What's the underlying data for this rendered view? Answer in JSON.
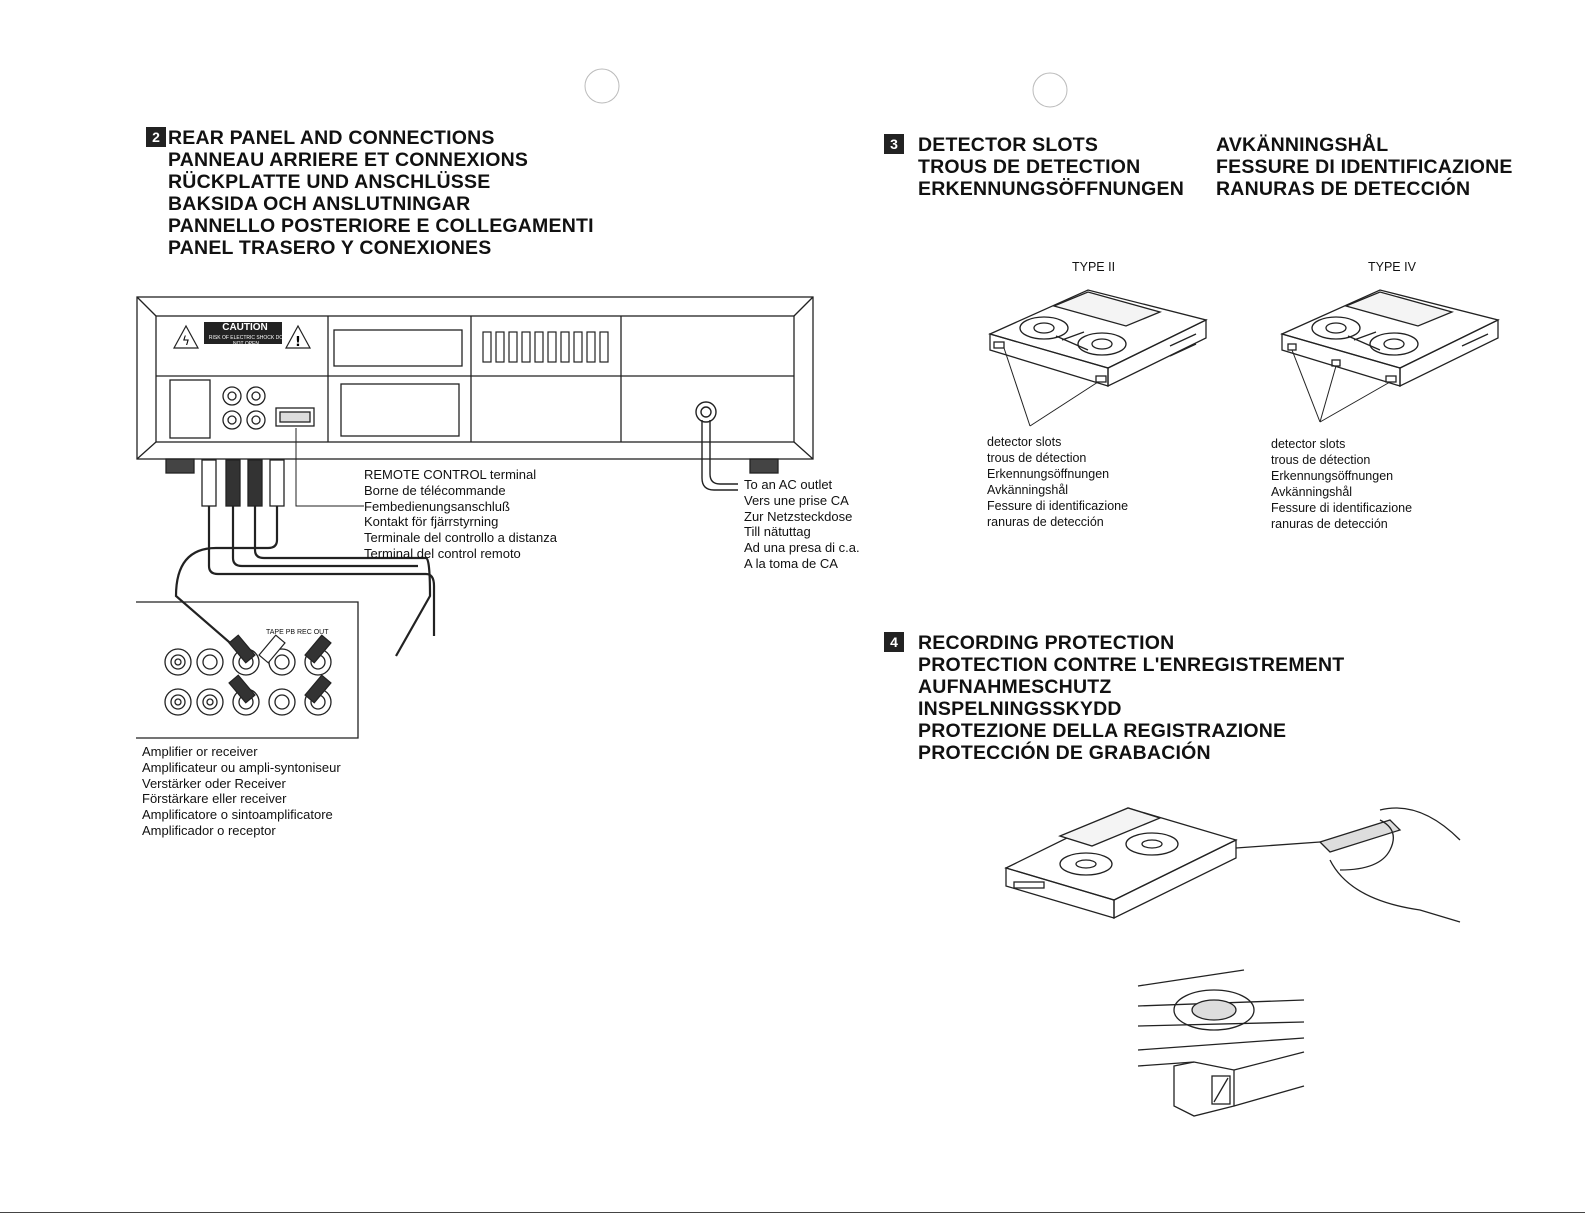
{
  "sections": {
    "rear_panel": {
      "number": "2",
      "title_lines": [
        "REAR PANEL AND CONNECTIONS",
        "PANNEAU ARRIERE ET CONNEXIONS",
        "RÜCKPLATTE UND ANSCHLÜSSE",
        "BAKSIDA OCH ANSLUTNINGAR",
        "PANNELLO POSTERIORE E COLLEGAMENTI",
        "PANEL TRASERO Y CONEXIONES"
      ],
      "caution_label": "CAUTION",
      "caution_sub": "RISK OF ELECTRIC SHOCK DO NOT OPEN",
      "amp_jack_label": "TAPE PB REC OUT",
      "remote_control_lines": [
        "REMOTE CONTROL terminal",
        "Borne de télécommande",
        "Fembedienungsanschluß",
        "Kontakt för fjärrstyrning",
        "Terminale del controllo a distanza",
        "Terminal del control remoto"
      ],
      "ac_outlet_lines": [
        "To an AC outlet",
        "Vers une prise CA",
        "Zur Netzsteckdose",
        "Till nätuttag",
        "Ad una presa di c.a.",
        "A la toma de CA"
      ],
      "amplifier_lines": [
        "Amplifier or receiver",
        "Amplificateur ou ampli-syntoniseur",
        "Verstärker oder Receiver",
        "Förstärkare eller receiver",
        "Amplificatore o sintoamplificatore",
        "Amplificador o receptor"
      ]
    },
    "detector": {
      "number": "3",
      "title_left": [
        "DETECTOR SLOTS",
        "TROUS DE DETECTION",
        "ERKENNUNGSÖFFNUNGEN"
      ],
      "title_right": [
        "AVKÄNNINGSHÅL",
        "FESSURE DI IDENTIFICAZIONE",
        "RANURAS DE DETECCIÓN"
      ],
      "type2_label": "TYPE II",
      "type4_label": "TYPE IV",
      "slot_lines": [
        "detector slots",
        "trous de détection",
        "Erkennungsöffnungen",
        "Avkänningshål",
        "Fessure di identificazione",
        "ranuras de detección"
      ]
    },
    "recording": {
      "number": "4",
      "title_lines": [
        "RECORDING PROTECTION",
        "PROTECTION CONTRE L'ENREGISTREMENT",
        "AUFNAHMESCHUTZ",
        "INSPELNINGSSKYDD",
        "PROTEZIONE DELLA REGISTRAZIONE",
        "PROTECCIÓN DE GRABACIÓN"
      ]
    }
  }
}
